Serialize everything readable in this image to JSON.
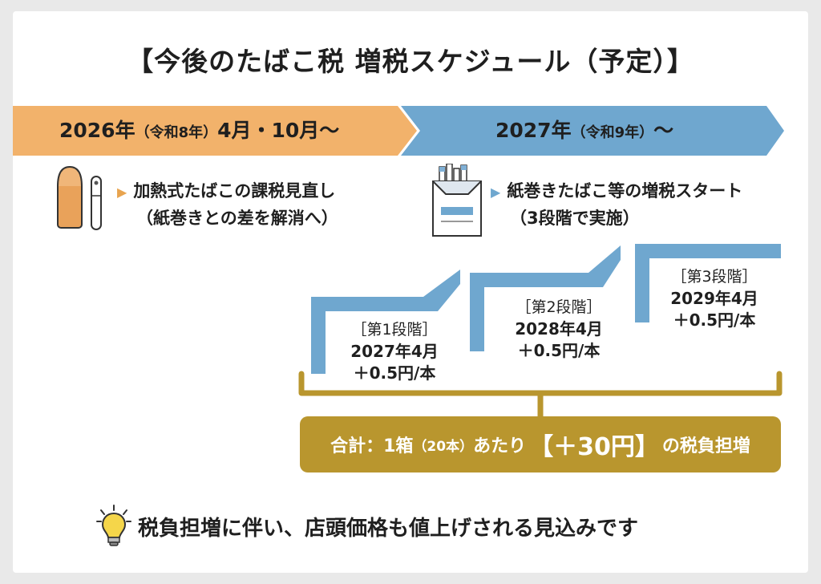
{
  "title": "【今後のたばこ税 増税スケジュール（予定）】",
  "colors": {
    "orange": "#f2b26b",
    "blue": "#6fa7cf",
    "gold": "#b9962e"
  },
  "phase1": {
    "year": "2026年",
    "era": "（令和8年）",
    "months": "4月・10月〜",
    "item_line1": "加熱式たばこの課税見直し",
    "item_line2": "（紙巻きとの差を解消へ）",
    "icon": "heated-tobacco-device-icon"
  },
  "phase2": {
    "year": "2027年",
    "era": "（令和9年）",
    "tilde": "〜",
    "item_line1": "紙巻きたばこ等の増税スタート",
    "item_line2": "（3段階で実施）",
    "icon": "cigarette-pack-icon"
  },
  "stages": [
    {
      "label": "［第1段階］",
      "date": "2027年4月",
      "amount": "＋0.5円/本"
    },
    {
      "label": "［第2段階］",
      "date": "2028年4月",
      "amount": "＋0.5円/本"
    },
    {
      "label": "［第3段階］",
      "date": "2029年4月",
      "amount": "＋0.5円/本"
    }
  ],
  "total": {
    "prefix": "合計：1箱",
    "count": "（20本）",
    "middle": "あたり",
    "amount": "【＋30円】",
    "suffix": "の税負担増"
  },
  "note": {
    "text": "税負担増に伴い、店頭価格も値上げされる見込みです",
    "icon": "lightbulb-icon"
  }
}
